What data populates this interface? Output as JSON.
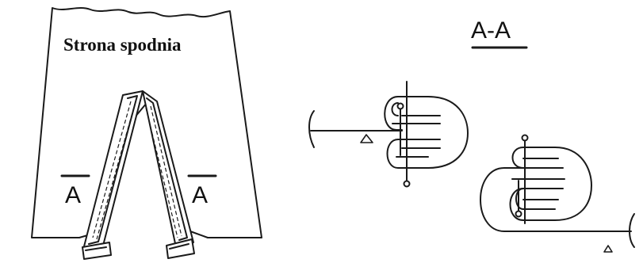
{
  "diagram": {
    "garment_label": "Strona spodnia",
    "section_title": "A-A",
    "section_mark_left": "A",
    "section_mark_right": "A"
  }
}
